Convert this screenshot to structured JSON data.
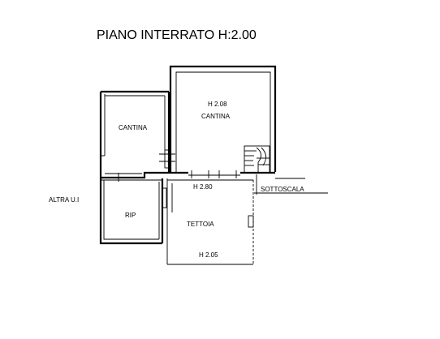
{
  "plan": {
    "title": "PIANO INTERRATO H:2.00",
    "labels": {
      "cantina_left": "CANTINA",
      "cantina_main_height": "H 2.08",
      "cantina_main": "CANTINA",
      "height_280": "H 2.80",
      "sottoscala": "SOTTOSCALA",
      "altra_ui": "ALTRA U.I",
      "rip": "RIP",
      "tettoia": "TETTOIA",
      "height_205": "H 2.05"
    }
  }
}
